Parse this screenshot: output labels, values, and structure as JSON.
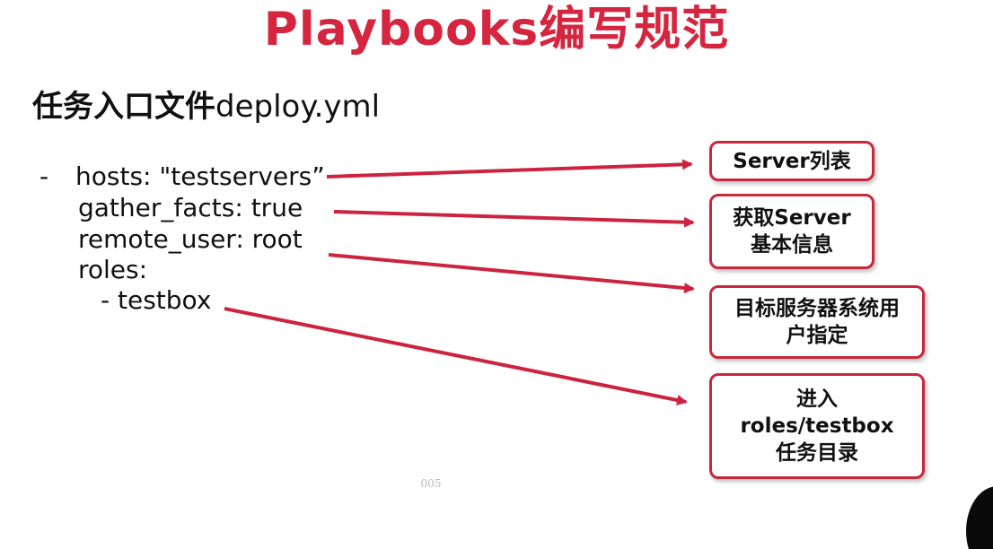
{
  "slide": {
    "title": "Playbooks编写规范",
    "subtitle_cn": "任务入口文件",
    "subtitle_file": "deploy.yml",
    "page_number": "005"
  },
  "code": {
    "dash": "-",
    "lines": [
      "hosts: \"testservers”",
      "gather_facts: true",
      "remote_user: root",
      "roles:",
      "- testbox"
    ]
  },
  "annotations": [
    {
      "lines": [
        "Server列表"
      ]
    },
    {
      "lines": [
        "获取Server",
        "基本信息"
      ]
    },
    {
      "lines": [
        "目标服务器系统用",
        "户指定"
      ]
    },
    {
      "lines": [
        "进入",
        "roles/testbox",
        "任务目录"
      ]
    }
  ],
  "colors": {
    "accent": "#d6253f",
    "box_border": "#c8283c",
    "arrow": "#cc2340",
    "text": "#111111"
  }
}
